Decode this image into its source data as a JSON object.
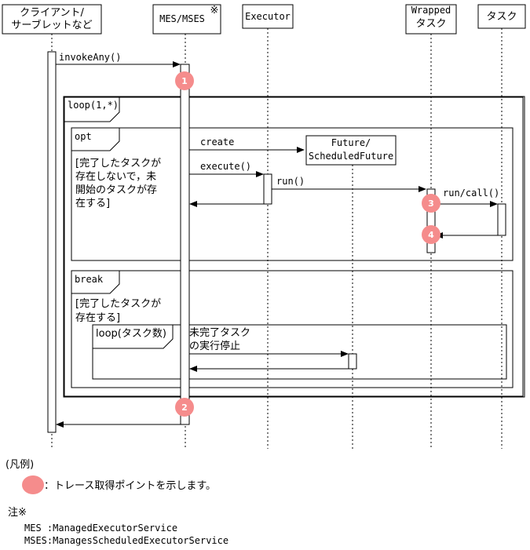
{
  "participants": {
    "client": [
      "クライアント/",
      "サーブレットなど"
    ],
    "mes": "MES/MSES",
    "mes_mark": "※",
    "executor": "Executor",
    "wrapped": [
      "Wrapped",
      "タスク"
    ],
    "task": "タスク",
    "future": [
      "Future/",
      "ScheduledFuture"
    ]
  },
  "messages": {
    "invoke_any": "invokeAny()",
    "create": "create",
    "execute": "execute()",
    "run": "run()",
    "run_call": "run/call()",
    "cancel": [
      "未完了タスク",
      "の実行停止"
    ]
  },
  "fragments": {
    "loop_outer": "loop(1,*)",
    "opt": "opt",
    "opt_guard": [
      "[完了したタスクが",
      "存在しないで，未",
      "開始のタスクが存",
      "在する]"
    ],
    "break": "break",
    "break_guard": [
      "[完了したタスクが",
      "存在する]"
    ],
    "loop_inner": "loop(タスク数)"
  },
  "trace_points": [
    "1",
    "2",
    "3",
    "4"
  ],
  "legend": {
    "title": "(凡例)",
    "text": "：トレース取得ポイントを示します。",
    "color": "#f58c8c"
  },
  "note": {
    "title": "注※",
    "lines": [
      "MES :ManagedExecutorService",
      "MSES:ManagesScheduledExecutorService"
    ]
  }
}
